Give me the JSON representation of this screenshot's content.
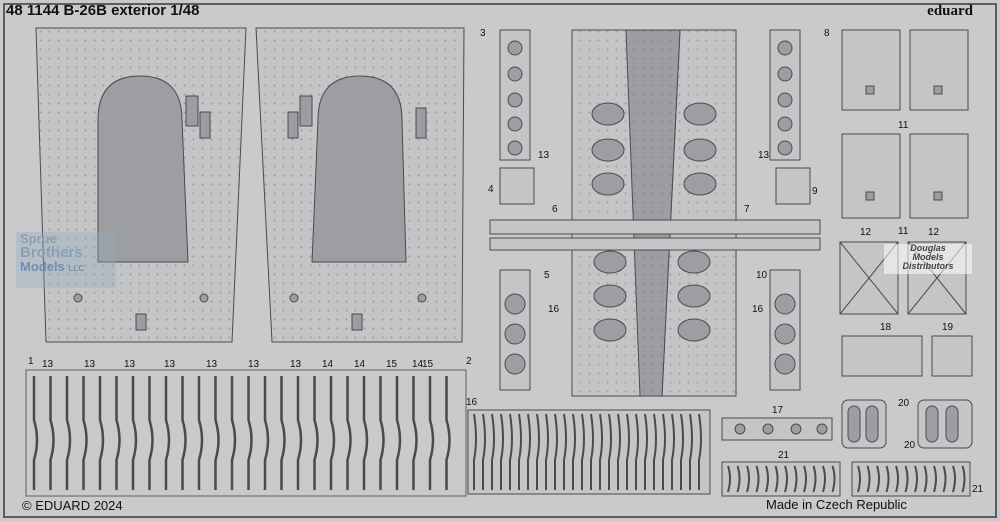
{
  "header": {
    "title": "48 1144 B-26B exterior 1/48",
    "brand": "eduard"
  },
  "footer": {
    "copyright": "© EDUARD 2024",
    "made_in": "Made in Czech Republic"
  },
  "watermarks": {
    "sprue_brothers": [
      "Sprue",
      "Brothers",
      "Models",
      "LLC"
    ],
    "douglas": [
      "Douglas",
      "Models",
      "Distributors"
    ]
  },
  "part_numbers": {
    "p1": "1",
    "p2": "2",
    "p3": "3",
    "p4": "4",
    "p5": "5",
    "p6": "6",
    "p7": "7",
    "p8": "8",
    "p9": "9",
    "p10": "10",
    "p11a": "11",
    "p11b": "11",
    "p12a": "12",
    "p12b": "12",
    "p13a": "13",
    "p13b": "13",
    "p16a": "16",
    "p16b": "16",
    "p16c": "16",
    "p17": "17",
    "p18": "18",
    "p19": "19",
    "p20a": "20",
    "p20b": "20",
    "p21a": "21",
    "p21b": "21",
    "strip_labels": [
      "13",
      "13",
      "13",
      "13",
      "13",
      "13",
      "13",
      "14",
      "14",
      "15",
      "14",
      "15"
    ]
  },
  "colors": {
    "fret": "#c9cacc",
    "part": "#c4c5c7",
    "etched": "#9d9ea1",
    "outline": "#4a4b4e"
  }
}
